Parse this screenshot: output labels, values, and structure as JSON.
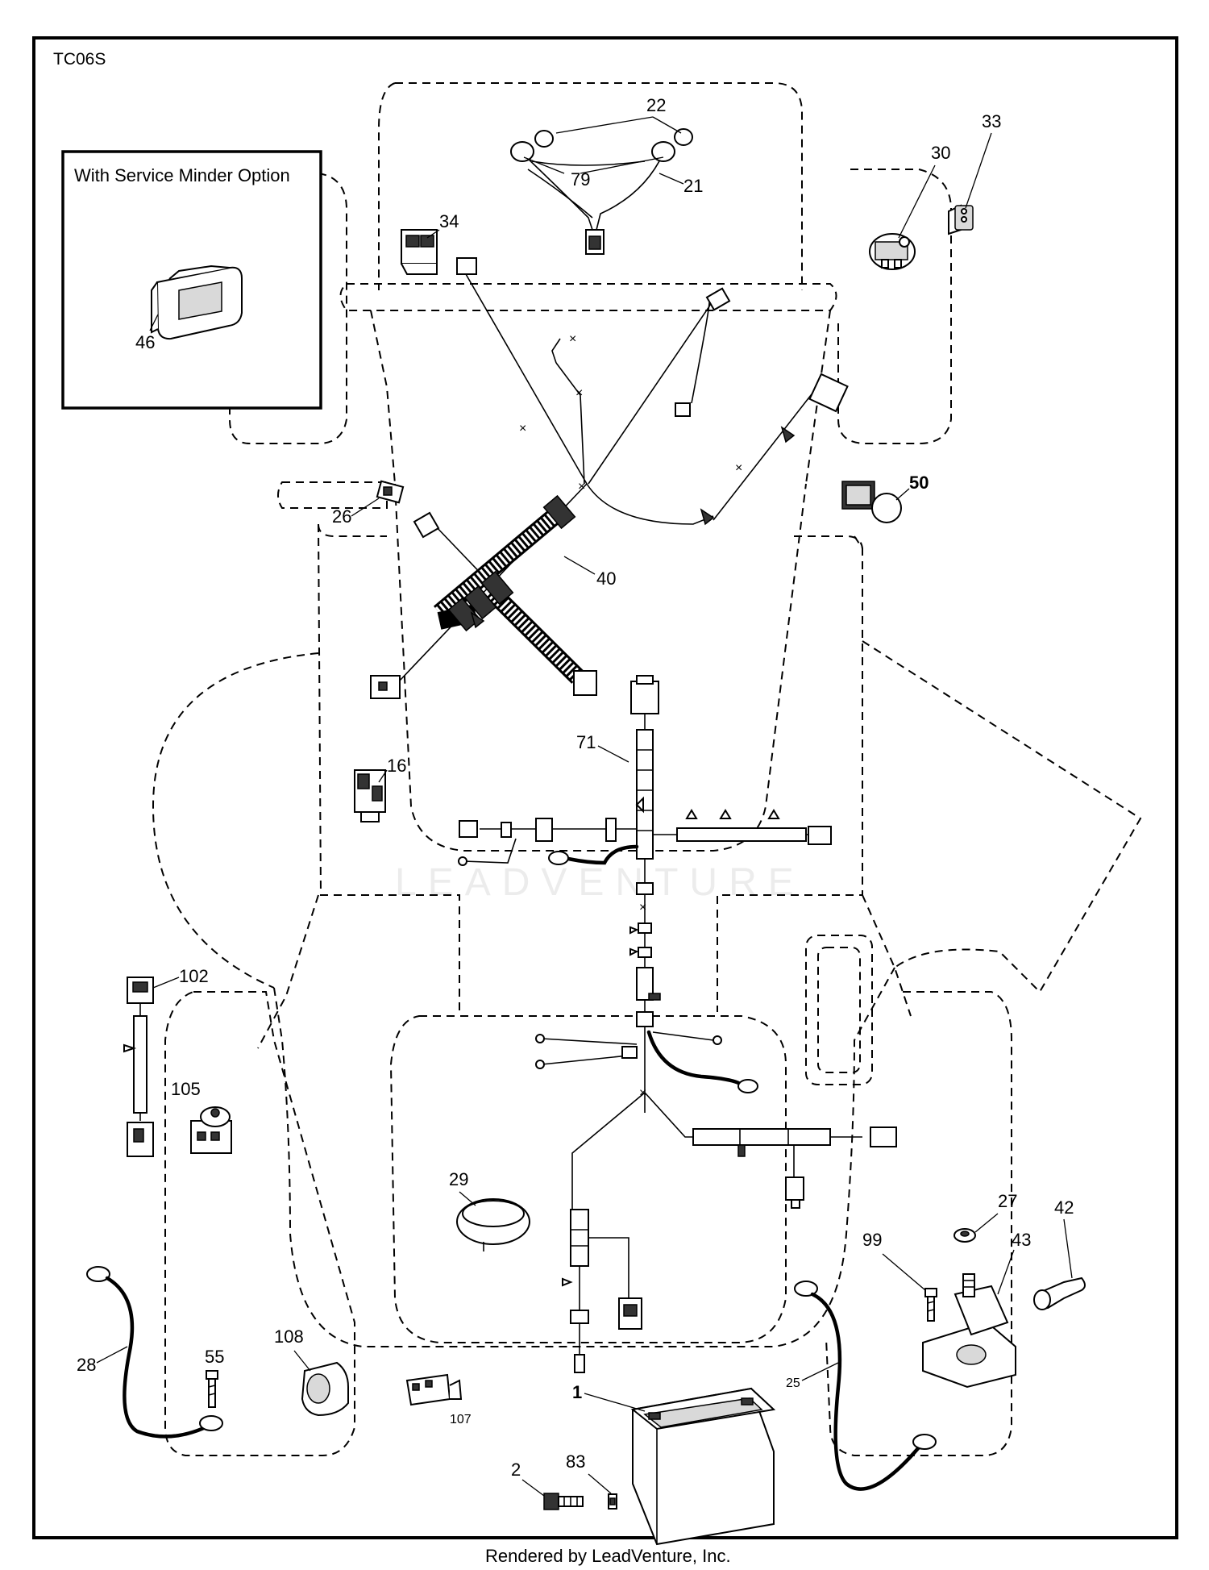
{
  "diagram_code": "TC06S",
  "inset_title": "With Service Minder Option",
  "watermark": "LEADVENTURE",
  "footer_text": "Rendered by LeadVenture, Inc.",
  "callouts": {
    "c1": "1",
    "c2": "2",
    "c16": "16",
    "c21": "21",
    "c22": "22",
    "c25": "25",
    "c26": "26",
    "c27": "27",
    "c28": "28",
    "c29": "29",
    "c30": "30",
    "c33": "33",
    "c34": "34",
    "c40": "40",
    "c42": "42",
    "c43": "43",
    "c46": "46",
    "c50": "50",
    "c55": "55",
    "c71": "71",
    "c79": "79",
    "c83": "83",
    "c99": "99",
    "c102": "102",
    "c105": "105",
    "c107": "107",
    "c108": "108"
  }
}
